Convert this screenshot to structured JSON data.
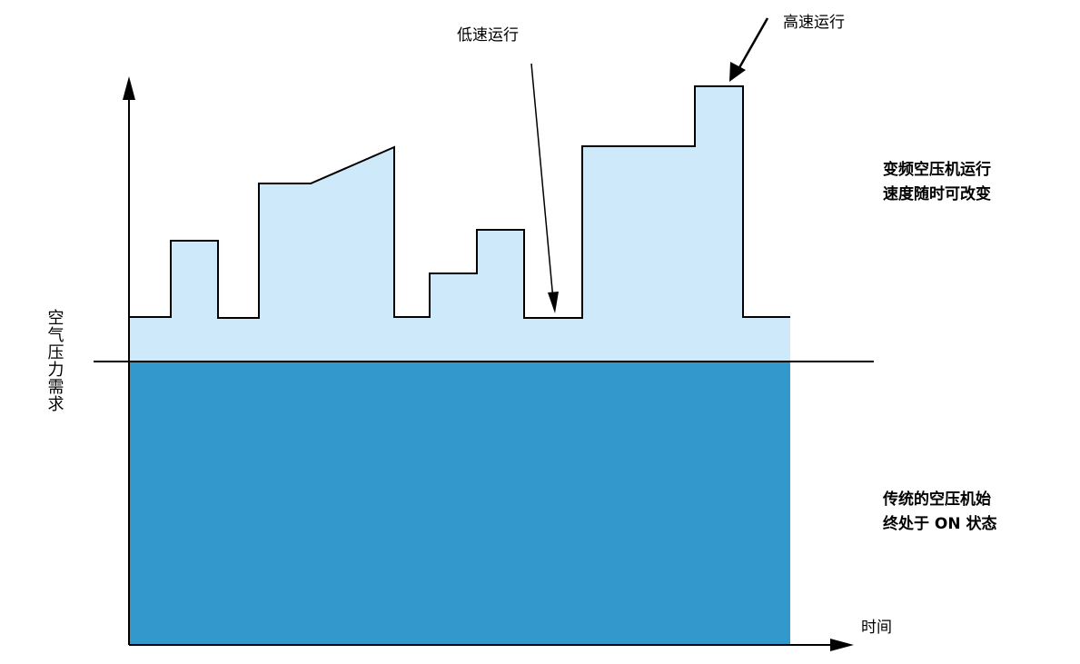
{
  "diagram": {
    "y_axis_label": "空气压力需求",
    "x_axis_label": "时间",
    "low_speed_label": "低速运行",
    "high_speed_label": "高速运行",
    "vfd_note_line1": "变频空压机运行",
    "vfd_note_line2": "速度随时可改变",
    "traditional_note_line1": "传统的空压机始",
    "traditional_note_line2": "终处于 ON 状态",
    "colors": {
      "variable_area": "#cde9fa",
      "constant_area": "#3399cc",
      "lines": "#000000",
      "background": "#ffffff"
    }
  }
}
